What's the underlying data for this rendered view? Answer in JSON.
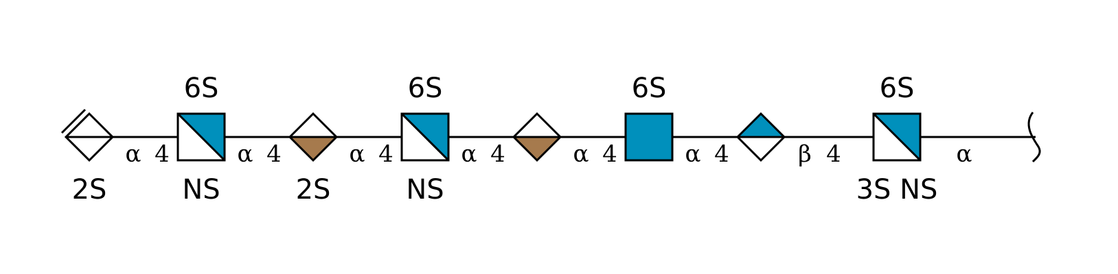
{
  "colors": {
    "blue": "#0090BC",
    "brown": "#A67A4D",
    "stroke": "#000000",
    "background": "#FFFFFF"
  },
  "glycan": {
    "residues": [
      {
        "shape": "diamond",
        "fill": "none",
        "top": "",
        "bottom": "2S",
        "double_bond": true
      },
      {
        "shape": "square-diagonal",
        "fill": "blue",
        "top": "6S",
        "bottom": "NS"
      },
      {
        "shape": "diamond-lower",
        "fill": "brown",
        "top": "",
        "bottom": "2S"
      },
      {
        "shape": "square-diagonal",
        "fill": "blue",
        "top": "6S",
        "bottom": "NS"
      },
      {
        "shape": "diamond-lower",
        "fill": "brown",
        "top": "",
        "bottom": ""
      },
      {
        "shape": "square",
        "fill": "blue",
        "top": "6S",
        "bottom": ""
      },
      {
        "shape": "diamond-upper",
        "fill": "blue",
        "top": "",
        "bottom": ""
      },
      {
        "shape": "square-diagonal",
        "fill": "blue",
        "top": "6S",
        "bottom": "3S NS"
      }
    ],
    "linkages": [
      {
        "anomer": "α",
        "position": "4"
      },
      {
        "anomer": "α",
        "position": "4"
      },
      {
        "anomer": "α",
        "position": "4"
      },
      {
        "anomer": "α",
        "position": "4"
      },
      {
        "anomer": "α",
        "position": "4"
      },
      {
        "anomer": "α",
        "position": "4"
      },
      {
        "anomer": "β",
        "position": "4"
      },
      {
        "anomer": "α",
        "position": ""
      }
    ]
  }
}
